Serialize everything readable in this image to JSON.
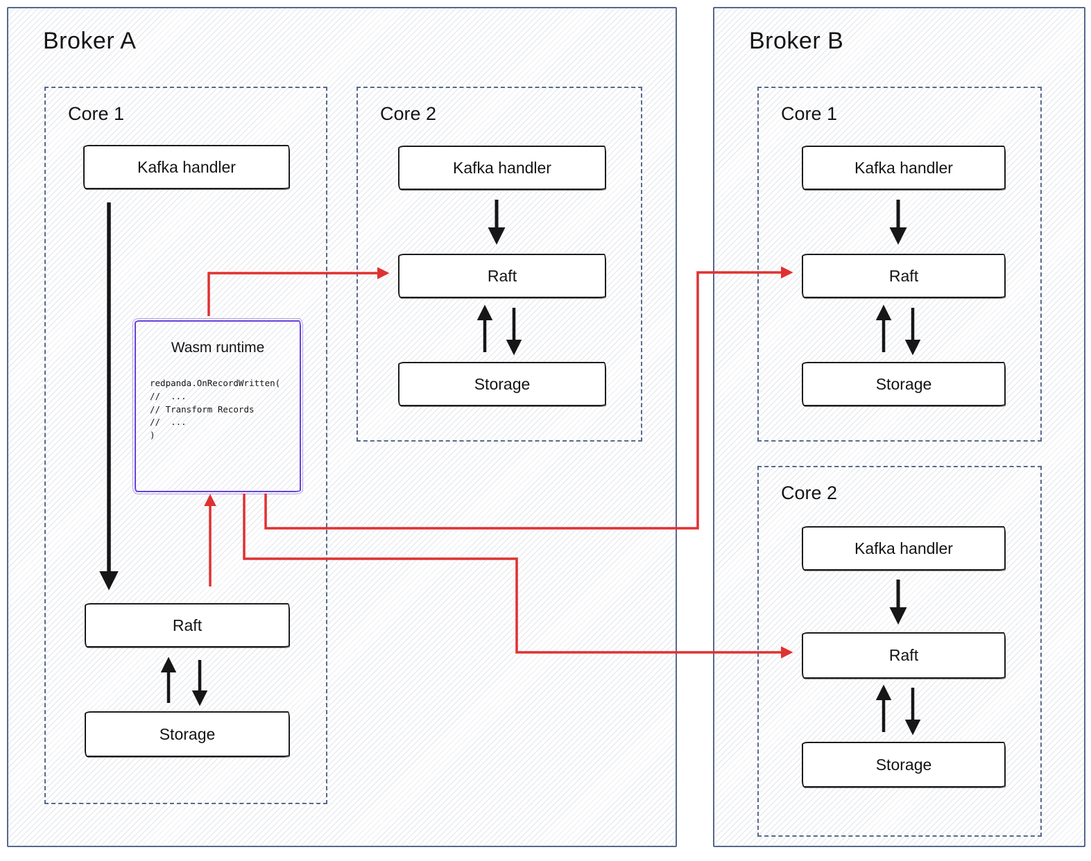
{
  "brokerA": {
    "title": "Broker A",
    "core1": {
      "title": "Core 1",
      "kafka_label": "Kafka handler",
      "raft_label": "Raft",
      "storage_label": "Storage",
      "wasm": {
        "title": "Wasm runtime",
        "code_lines": [
          "redpanda.OnRecordWritten(",
          "//  ...",
          "// Transform Records",
          "//  ...",
          ")"
        ]
      }
    },
    "core2": {
      "title": "Core 2",
      "kafka_label": "Kafka handler",
      "raft_label": "Raft",
      "storage_label": "Storage"
    }
  },
  "brokerB": {
    "title": "Broker B",
    "core1": {
      "title": "Core 1",
      "kafka_label": "Kafka handler",
      "raft_label": "Raft",
      "storage_label": "Storage"
    },
    "core2": {
      "title": "Core 2",
      "kafka_label": "Kafka handler",
      "raft_label": "Raft",
      "storage_label": "Storage"
    }
  },
  "colors": {
    "arrow_black": "#161616",
    "arrow_red": "#e03131",
    "wasm_border": "#6741d9",
    "broker_border": "#56688a",
    "node_border": "#1b1b1b"
  }
}
